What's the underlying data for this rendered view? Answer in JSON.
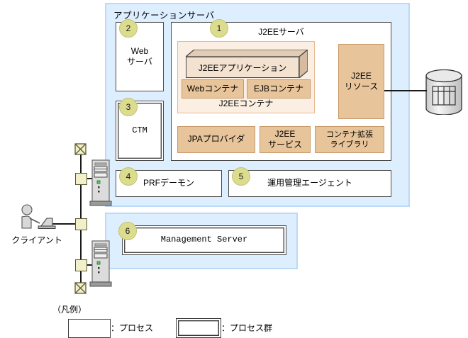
{
  "diagram": {
    "containers": {
      "app_server": {
        "title": "アプリケーションサーバ"
      },
      "mgmt_area": {
        "title": ""
      }
    },
    "nodes": {
      "web_server": {
        "num": "2",
        "label": "Web\nサーバ",
        "kind": "process"
      },
      "ctm": {
        "num": "3",
        "label": "CTM",
        "kind": "process-group"
      },
      "j2ee_server": {
        "num": "1",
        "label": "J2EEサーバ",
        "kind": "process"
      },
      "j2ee_container": {
        "label": "J2EEコンテナ"
      },
      "j2ee_application": {
        "label": "J2EEアプリケーション"
      },
      "web_container": {
        "label": "Webコンテナ"
      },
      "ejb_container": {
        "label": "EJBコンテナ"
      },
      "jpa_provider": {
        "label": "JPAプロバイダ"
      },
      "j2ee_service": {
        "label": "J2EE\nサービス"
      },
      "container_ext_lib": {
        "label": "コンテナ拡張\nライブラリ"
      },
      "j2ee_resource": {
        "label": "J2EE\nリソース"
      },
      "prf_daemon": {
        "num": "4",
        "label": "PRFデーモン",
        "kind": "process"
      },
      "ops_mgmt_agent": {
        "num": "5",
        "label": "運用管理エージェント",
        "kind": "process"
      },
      "management_server": {
        "num": "6",
        "label": "Management Server",
        "kind": "process-group"
      },
      "database": {
        "label": ""
      },
      "client": {
        "label": "クライアント"
      }
    },
    "legend": {
      "title": "（凡例）",
      "items": [
        {
          "symbol": "single-border-box",
          "label": "：プロセス"
        },
        {
          "symbol": "double-border-box",
          "label": "：プロセス群"
        }
      ]
    },
    "colors": {
      "container_fill": "#ddeeff",
      "container_border": "#bcd9f5",
      "tan_fill": "#e8c49b",
      "tan_light_fill": "#fbeee2",
      "badge_fill": "#dcdc8e",
      "line": "#1a1a1a"
    }
  }
}
